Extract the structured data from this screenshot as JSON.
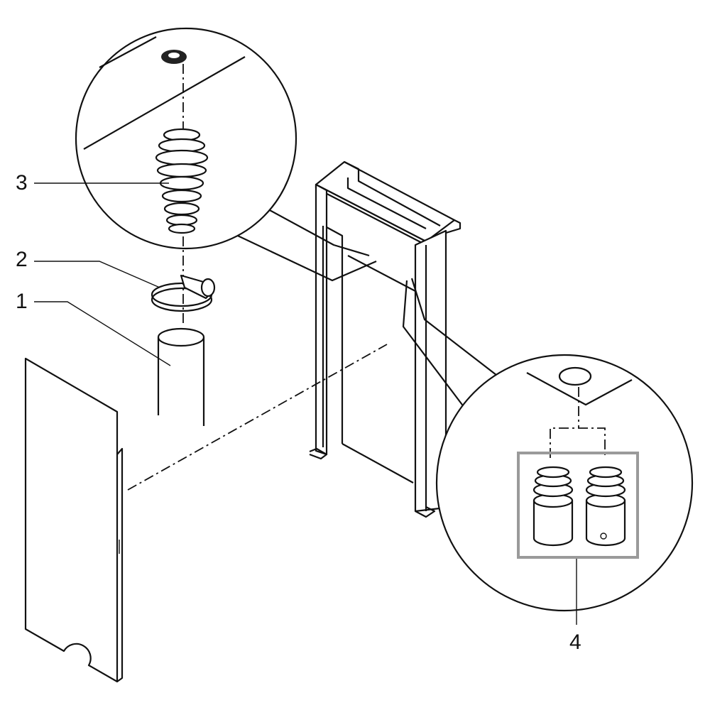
{
  "diagram": {
    "callouts": [
      {
        "number": "1",
        "part": "pipe"
      },
      {
        "number": "2",
        "part": "hose-clamp"
      },
      {
        "number": "3",
        "part": "bellows-seal"
      },
      {
        "number": "4",
        "part": "plug-pair"
      }
    ],
    "colors": {
      "line": "#111111",
      "frame-box": "#9a9a9a"
    }
  }
}
